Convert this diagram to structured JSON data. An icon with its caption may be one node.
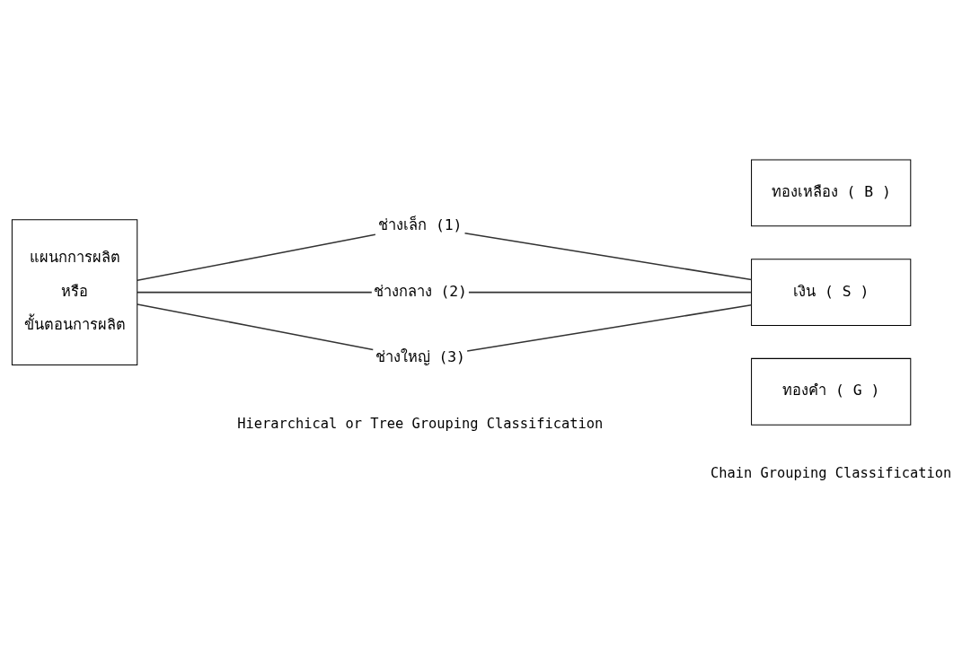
{
  "diagram": {
    "nodes": [
      {
        "text": [
          "แผนกการผลิต",
          "หรือ",
          "ขั้นตอนการผลิต"
        ]
      },
      {
        "text": [
          "ช่างเล็ก (1)"
        ]
      },
      {
        "text": [
          "ช่างกลาง (2)"
        ]
      },
      {
        "text": [
          "ช่างใหญ่ (3)"
        ]
      },
      {
        "text": [
          "ทองเหลือง ( B )"
        ]
      },
      {
        "text": [
          "เงิน ( S )"
        ]
      },
      {
        "text": [
          "ทองคำ ( G )"
        ]
      }
    ],
    "edges": [
      {
        "from": 0,
        "to": 1,
        "arrow": "none"
      },
      {
        "from": 0,
        "to": 2,
        "arrow": "none"
      },
      {
        "from": 0,
        "to": 3,
        "arrow": "none"
      },
      {
        "from": 1,
        "to": 5,
        "arrow": "none"
      },
      {
        "from": 2,
        "to": 5,
        "arrow": "none"
      },
      {
        "from": 3,
        "to": 5,
        "arrow": "none"
      }
    ],
    "labels": [
      "Hierarchical or Tree Grouping Classification",
      "Chain Grouping Classification"
    ]
  }
}
